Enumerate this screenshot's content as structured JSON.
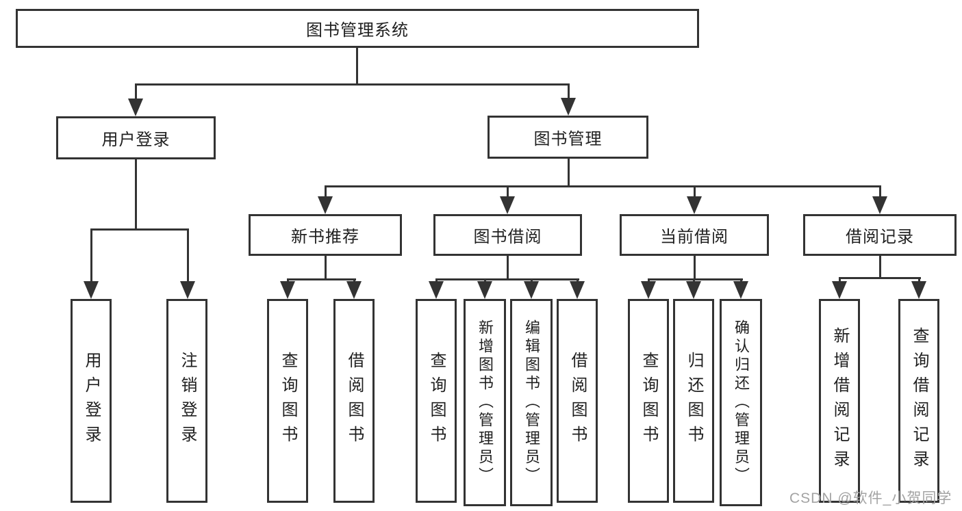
{
  "diagram": {
    "root": {
      "label": "图书管理系统"
    },
    "level2": [
      {
        "label": "用户登录"
      },
      {
        "label": "图书管理"
      }
    ],
    "level3": [
      {
        "label": "新书推荐"
      },
      {
        "label": "图书借阅"
      },
      {
        "label": "当前借阅"
      },
      {
        "label": "借阅记录"
      }
    ],
    "leaves": [
      {
        "label": "用户登录"
      },
      {
        "label": "注销登录"
      },
      {
        "label": "查询图书"
      },
      {
        "label": "借阅图书"
      },
      {
        "label": "查询图书"
      },
      {
        "label": "新增图书（管理员）"
      },
      {
        "label": "编辑图书（管理员）"
      },
      {
        "label": "借阅图书"
      },
      {
        "label": "查询图书"
      },
      {
        "label": "归还图书"
      },
      {
        "label": "确认归还（管理员）"
      },
      {
        "label": "新增借阅记录"
      },
      {
        "label": "查询借阅记录"
      }
    ]
  },
  "watermark": {
    "text": "CSDN @软件_小贺同学"
  },
  "colors": {
    "line": "#333333",
    "text": "#1f1f1f",
    "background": "#ffffff",
    "watermark": "#a3a3a3"
  }
}
